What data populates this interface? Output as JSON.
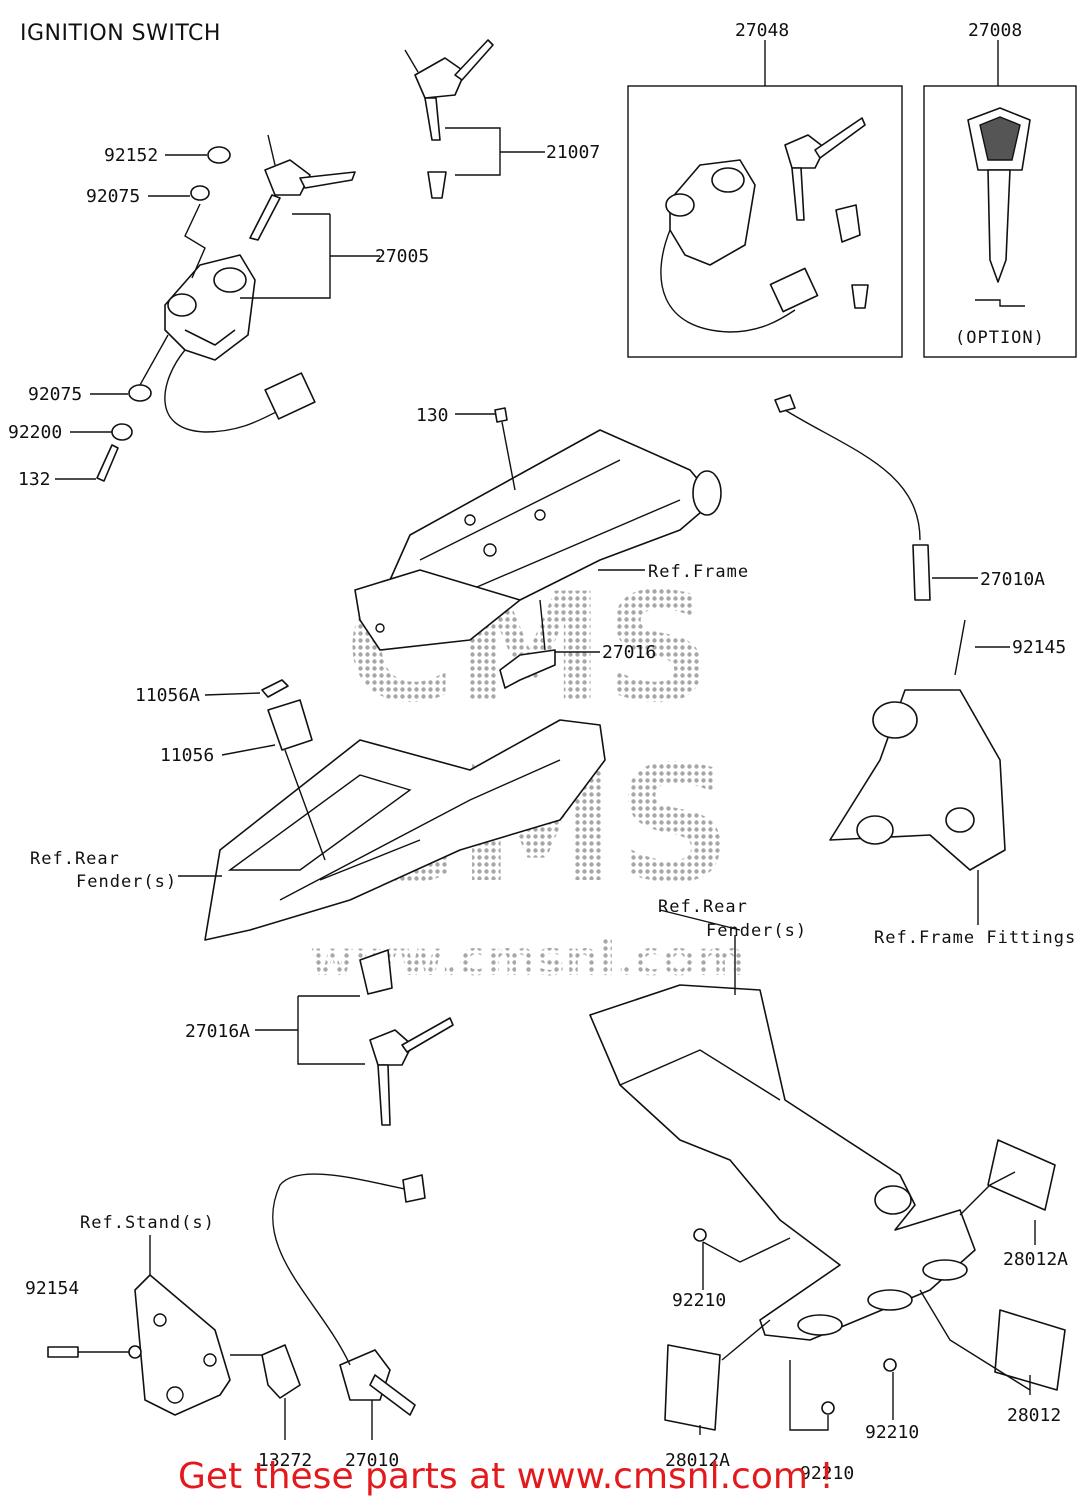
{
  "title": "IGNITION SWITCH",
  "promo": "Get these parts at www.cmsnl.com !",
  "watermark": {
    "top": "CMS",
    "mid": "CMS",
    "url": "www.cmsnl.com"
  },
  "callouts": {
    "c27048": "27048",
    "c27008": "27008",
    "c21007": "21007",
    "c92152": "92152",
    "c92075a": "92075",
    "c27005": "27005",
    "c92075b": "92075",
    "c92200": "92200",
    "c132": "132",
    "c130": "130",
    "ref_frame": "Ref.Frame",
    "c27010a": "27010A",
    "c27016": "27016",
    "c92145": "92145",
    "c11056a": "11056A",
    "c11056": "11056",
    "ref_rear_fender_1a": "Ref.Rear",
    "ref_rear_fender_1b": "Fender(s)",
    "ref_rear_fender_2a": "Ref.Rear",
    "ref_rear_fender_2b": "Fender(s)",
    "ref_frame_fittings": "Ref.Frame Fittings",
    "c27016a": "27016A",
    "ref_stand": "Ref.Stand(s)",
    "c92154": "92154",
    "c13272": "13272",
    "c27010": "27010",
    "c92210a": "92210",
    "c92210b": "92210",
    "c92210c": "92210",
    "c28012a_top": "28012A",
    "c28012a_bot": "28012A",
    "c28012": "28012",
    "option": "(OPTION)"
  },
  "colors": {
    "ink": "#111111",
    "promo": "#e3191c",
    "watermark": "#8a8a8a"
  }
}
